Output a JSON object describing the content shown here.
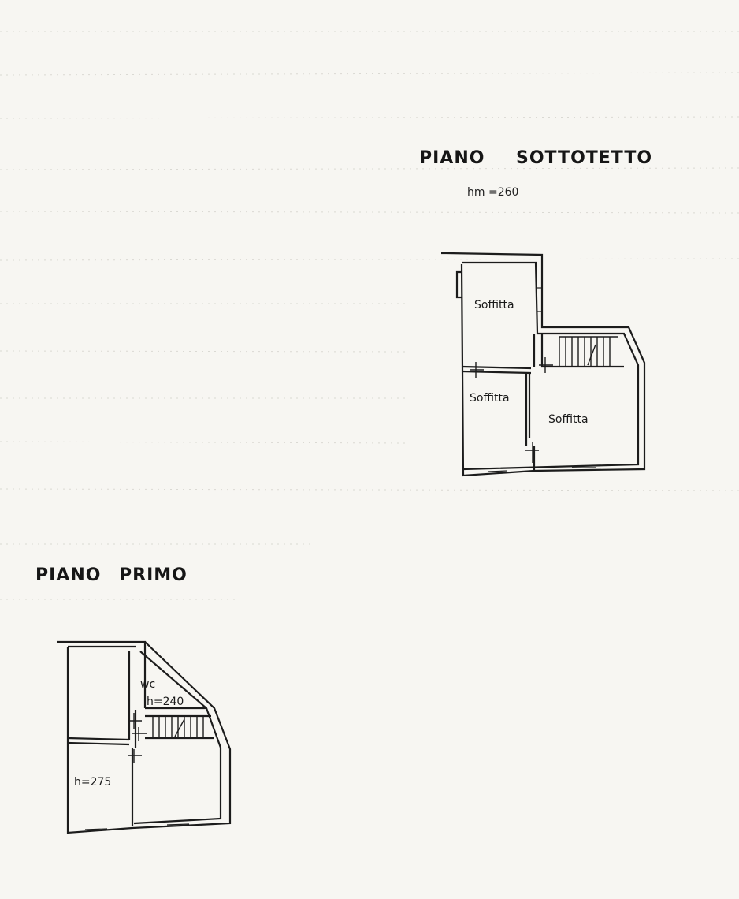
{
  "upper_floor": {
    "title_a": "PIANO",
    "title_b": "SOTTOTETTO",
    "height_note": "hm =260",
    "rooms": [
      "Soffitta",
      "Soffitta",
      "Soffitta"
    ]
  },
  "first_floor": {
    "title_a": "PIANO",
    "title_b": "PRIMO",
    "wc_label": "wc",
    "wc_height": "h=240",
    "room_height": "h=275"
  }
}
